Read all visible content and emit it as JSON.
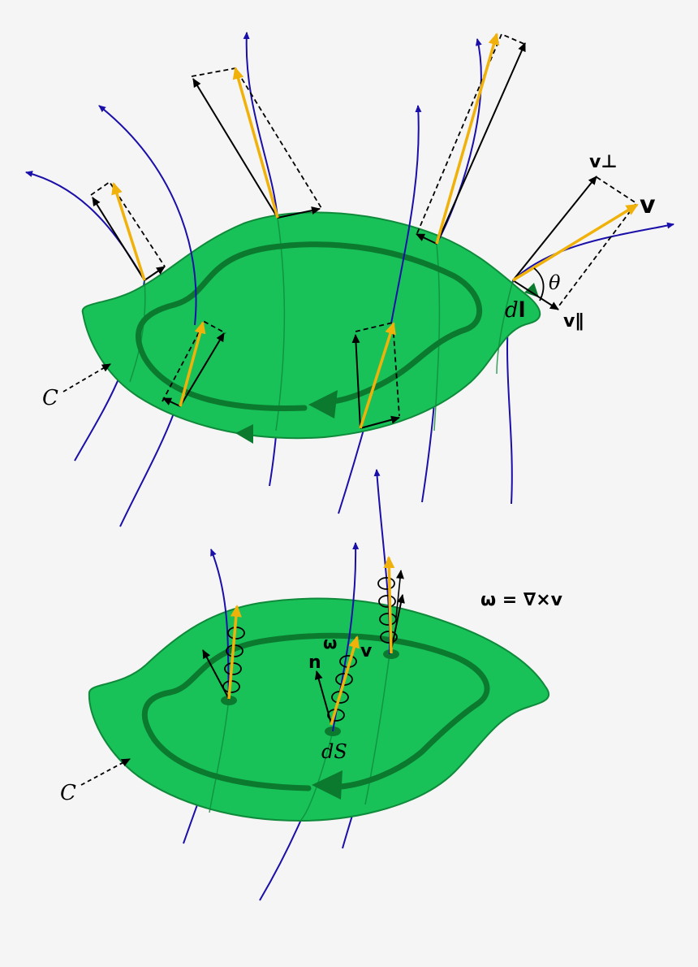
{
  "top_panel": {
    "curve_label": "C",
    "dl_label_italic": "d",
    "dl_label_bold": "l",
    "theta_label": "θ",
    "v_label": "v",
    "v_perp_label": "v⊥",
    "v_par_label": "v∥"
  },
  "bottom_panel": {
    "curve_label": "C",
    "ds_label": "dS",
    "n_label": "n",
    "omega_label": "ω",
    "v_label": "v",
    "equation": "ω = ∇×v"
  },
  "colors": {
    "surface": "#18c259",
    "surface_edge": "#0f8a3a",
    "loop": "#0b7a2f",
    "field_line": "#1a0fa8",
    "velocity": "#f0b20a",
    "component": "#000000"
  }
}
